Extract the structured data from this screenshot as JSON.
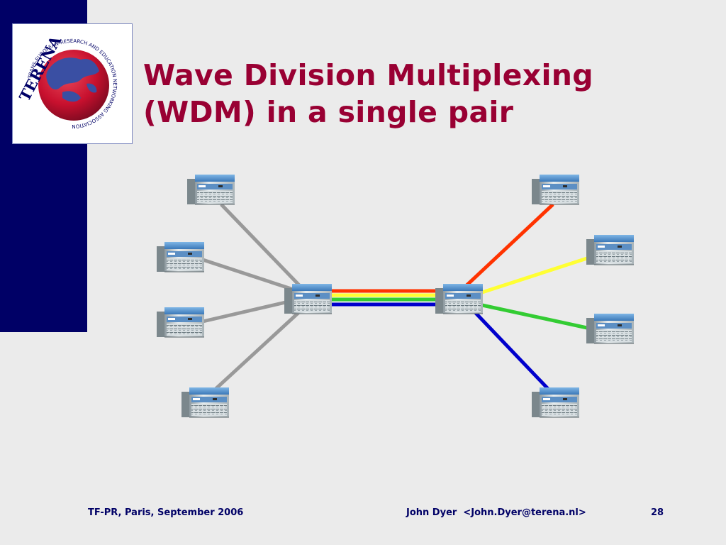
{
  "slide": {
    "title_line1": "Wave Division Multiplexing",
    "title_line2": "(WDM) in a single pair"
  },
  "logo": {
    "wordmark": "TERENA",
    "ring_text": "TRANS-EUROPEAN RESEARCH AND EDUCATION NETWORKING ASSOCIATION"
  },
  "footer": {
    "event": "TF-PR, Paris, September 2006",
    "author": "John Dyer  <John.Dyer@terena.nl>",
    "page_number": "28"
  },
  "colors": {
    "title": "#990033",
    "sidebar": "#000066",
    "grey_link": "#999999",
    "wavelengths": [
      "#ff3300",
      "#ffff33",
      "#33cc33",
      "#0000cc"
    ]
  },
  "diagram": {
    "left_links_color": "grey",
    "trunk_wavelengths": [
      "red",
      "yellow",
      "green",
      "blue"
    ],
    "right_links": [
      "red",
      "yellow",
      "green",
      "blue"
    ]
  }
}
